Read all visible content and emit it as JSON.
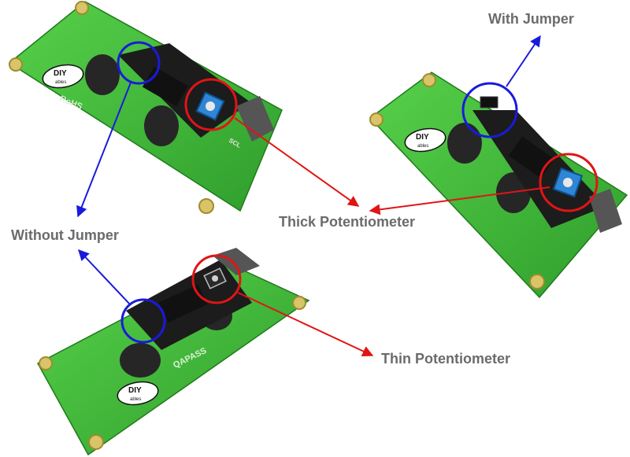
{
  "labels": {
    "with_jumper": "With Jumper",
    "without_jumper": "Without Jumper",
    "thick_potentiometer": "Thick Potentiometer",
    "thin_potentiometer": "Thin Potentiometer"
  },
  "board_text": {
    "brand": "DIY",
    "brand_sub": "ables",
    "rohs": "RoHS",
    "qapass": "QAPASS",
    "pins": "SCL"
  },
  "colors": {
    "jumper_highlight": "#1a1adc",
    "potentiometer_highlight": "#e01515",
    "pcb_green": "#3fbf3a",
    "pcb_dark": "#1c1c1c",
    "label_gray": "#6b6b6b",
    "trimmer_blue": "#2f86d6"
  }
}
